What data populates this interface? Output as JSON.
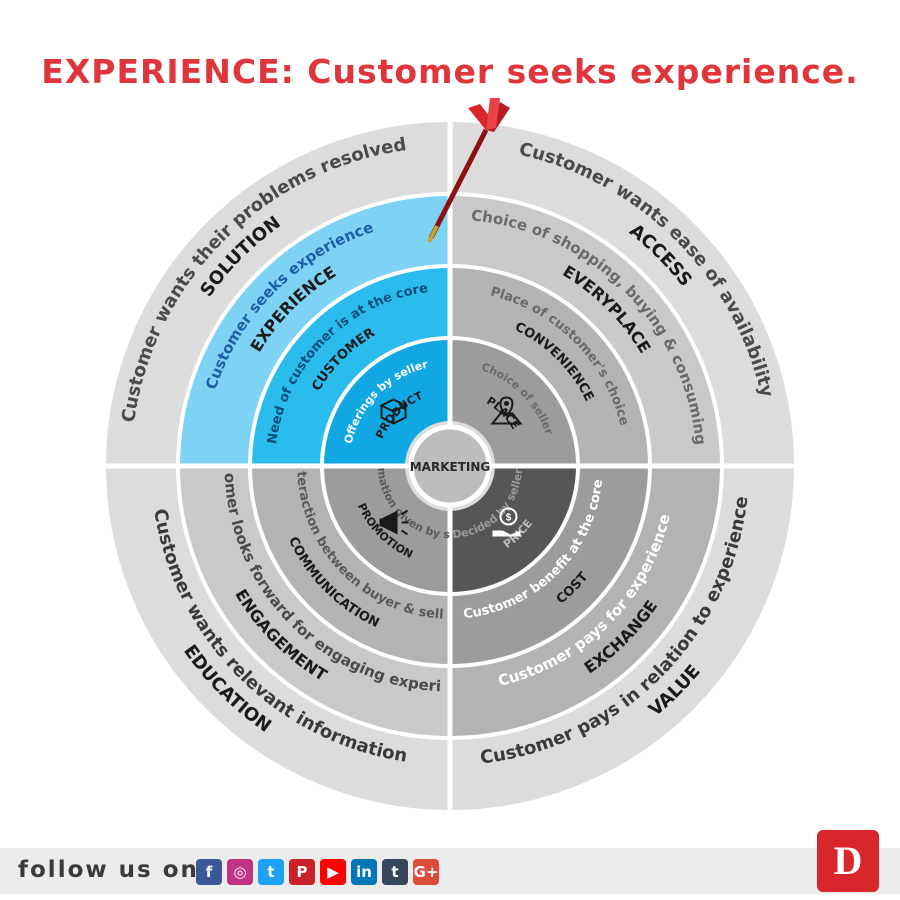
{
  "title": "EXPERIENCE: Customer seeks experience.",
  "center_label": "MARKETING",
  "colors": {
    "title_red": "#e0353b",
    "highlight_light": "#7ed3f5",
    "highlight_mid": "#2bbcee",
    "highlight_core": "#11a7e2",
    "outer_gray": "#dcdcdc",
    "ring3_gray": "#c9c9c9",
    "ring2_gray": "#b3b3b3",
    "ring1_gray": "#9c9c9c",
    "price_dark": "#565656",
    "center_gray": "#bdbdbd",
    "dart_red": "#d8262c"
  },
  "quadrants": [
    {
      "id": "top-left",
      "rings": [
        {
          "title": "PRODUCT",
          "desc": "Offerings by seller",
          "icon": "box-icon"
        },
        {
          "title": "CUSTOMER",
          "desc": "Need of customer is at the core"
        },
        {
          "title": "EXPERIENCE",
          "desc": "Customer seeks experience"
        },
        {
          "title": "SOLUTION",
          "desc": "Customer wants their problems resolved"
        }
      ]
    },
    {
      "id": "top-right",
      "rings": [
        {
          "title": "PLACE",
          "desc": "Choice of seller",
          "icon": "map-pin-icon"
        },
        {
          "title": "CONVENIENCE",
          "desc": "Place of customer's choice"
        },
        {
          "title": "EVERYPLACE",
          "desc": "Choice of shopping, buying & consuming"
        },
        {
          "title": "ACCESS",
          "desc": "Customer wants ease of availability"
        }
      ]
    },
    {
      "id": "bottom-right",
      "rings": [
        {
          "title": "PRICE",
          "desc": "Decided by seller",
          "icon": "money-hand-icon"
        },
        {
          "title": "COST",
          "desc": "Customer benefit at the core"
        },
        {
          "title": "EXCHANGE",
          "desc": "Customer pays for experience"
        },
        {
          "title": "VALUE",
          "desc": "Customer pays in relation to experience"
        }
      ]
    },
    {
      "id": "bottom-left",
      "rings": [
        {
          "title": "PROMOTION",
          "desc": "Information given by seller",
          "icon": "megaphone-icon"
        },
        {
          "title": "COMMUNICATION",
          "desc": "Interaction between buyer & seller"
        },
        {
          "title": "ENGAGEMENT",
          "desc": "Customer looks forward for engaging experiance"
        },
        {
          "title": "EDUCATION",
          "desc": "Customer wants relevant information"
        }
      ]
    }
  ],
  "footer": {
    "follow_label": "follow us on:",
    "social_icons": [
      {
        "name": "facebook-icon",
        "glyph": "f",
        "color": "#3b5998"
      },
      {
        "name": "instagram-icon",
        "glyph": "◎",
        "color": "#c13584"
      },
      {
        "name": "twitter-icon",
        "glyph": "t",
        "color": "#1da1f2"
      },
      {
        "name": "pinterest-icon",
        "glyph": "P",
        "color": "#cb2027"
      },
      {
        "name": "youtube-icon",
        "glyph": "▶",
        "color": "#ff0000"
      },
      {
        "name": "linkedin-icon",
        "glyph": "in",
        "color": "#0077b5"
      },
      {
        "name": "tumblr-icon",
        "glyph": "t",
        "color": "#35465c"
      },
      {
        "name": "googleplus-icon",
        "glyph": "G+",
        "color": "#dd4b39"
      }
    ],
    "logo_text": "D"
  }
}
